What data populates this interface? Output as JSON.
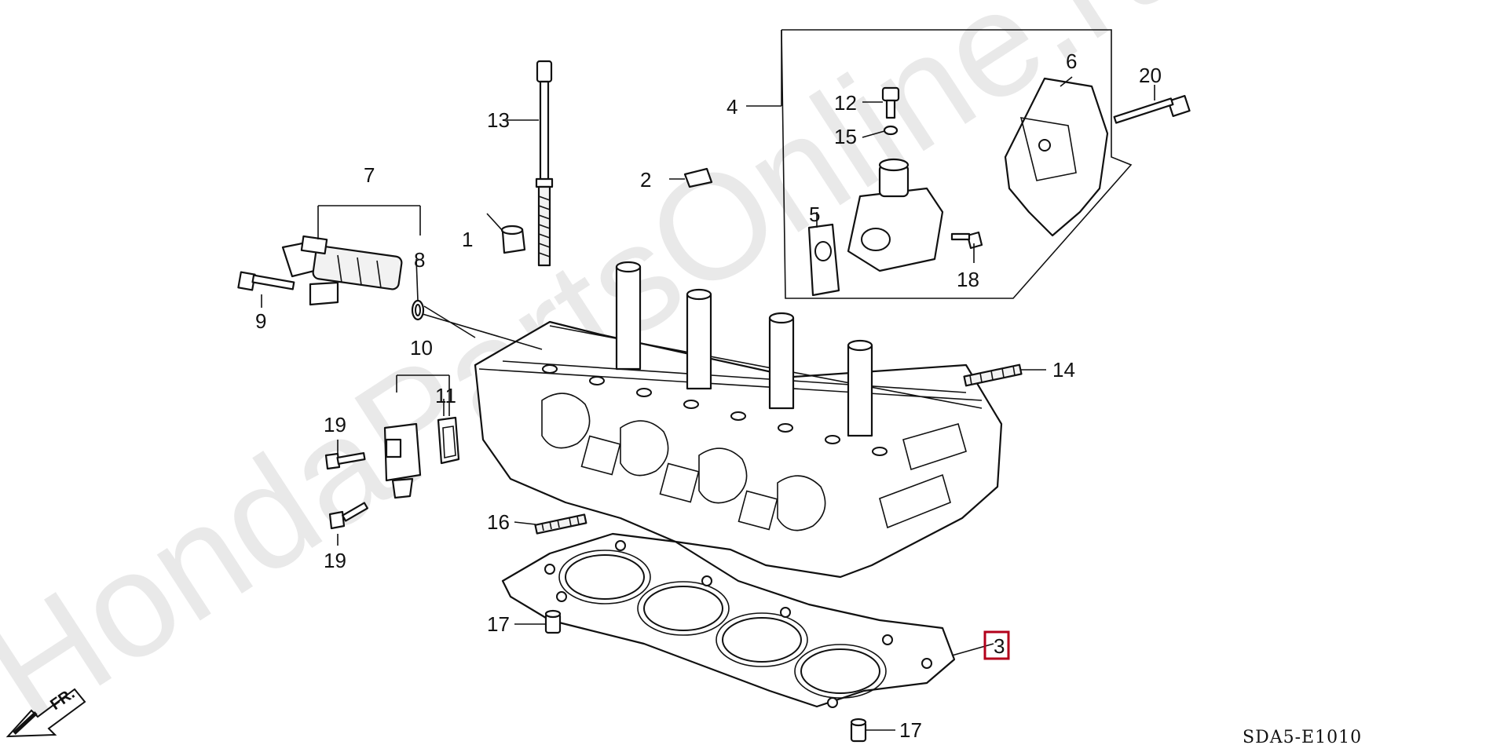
{
  "diagram_code": "SDA5-E1010",
  "watermark": "HondaPartsOnline.ru",
  "front_indicator": "FR.",
  "highlight_color": "#b3001b",
  "callouts": {
    "c1": "1",
    "c2": "2",
    "c3": "3",
    "c4": "4",
    "c5": "5",
    "c6": "6",
    "c7": "7",
    "c8": "8",
    "c9": "9",
    "c10": "10",
    "c11": "11",
    "c12": "12",
    "c13": "13",
    "c14": "14",
    "c15": "15",
    "c16": "16",
    "c17a": "17",
    "c17b": "17",
    "c18": "18",
    "c19a": "19",
    "c19b": "19",
    "c20": "20"
  }
}
